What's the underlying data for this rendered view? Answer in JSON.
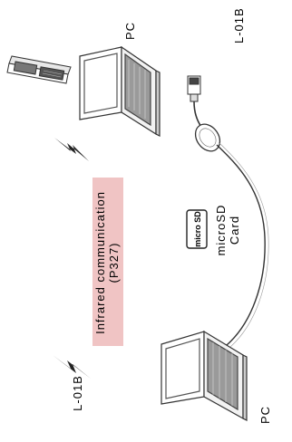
{
  "labels": {
    "pc_top": "PC",
    "l01b_top": "L-01B",
    "ir_line1": "Infrared communication",
    "ir_line2": "(P327)",
    "microsd_line1": "microSD",
    "microsd_line2": "Card",
    "l01b_left": "L-01B",
    "pc_bottom": "PC",
    "microsd_logo": "micro SD"
  },
  "colors": {
    "ir_box_fill": "#f0c4c4",
    "line": "#333333"
  },
  "icons": [
    "laptop-icon",
    "mobile-phone-icon",
    "usb-plug-icon",
    "card-reader-icon",
    "lightning-icon",
    "microsd-logo-icon"
  ]
}
